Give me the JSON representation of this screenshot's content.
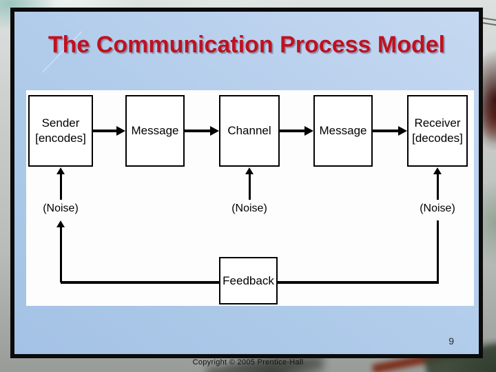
{
  "slide": {
    "title": "The Communication Process Model",
    "page_number": "9",
    "footer_copyright": "Copyright © 2005 Prentice-Hall"
  },
  "diagram": {
    "boxes": {
      "sender": {
        "line1": "Sender",
        "line2": "[encodes]"
      },
      "message1": {
        "line1": "Message"
      },
      "channel": {
        "line1": "Channel"
      },
      "message2": {
        "line1": "Message"
      },
      "receiver": {
        "line1": "Receiver",
        "line2": "[decodes]"
      }
    },
    "noise": {
      "n1": "(Noise)",
      "n2": "(Noise)",
      "n3": "(Noise)"
    },
    "feedback": {
      "label": "Feedback"
    }
  },
  "colors": {
    "title_red": "#c2101f",
    "slide_blue_light": "#c6d8f1",
    "slide_blue_dark": "#a4c2e5",
    "slide_border": "#0b0b0b",
    "panel_white": "#fdfdfd",
    "diagram_ink": "#000000"
  }
}
